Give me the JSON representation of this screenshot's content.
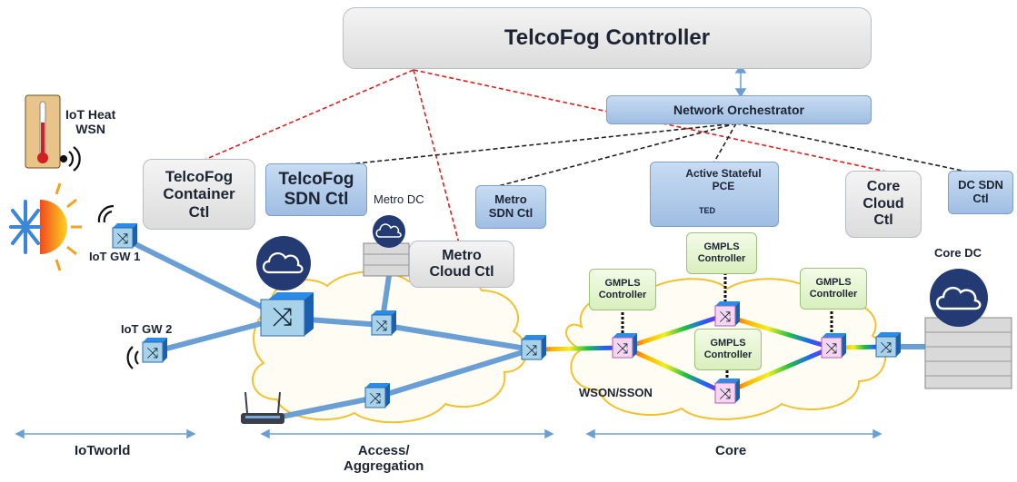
{
  "controllers": {
    "telcofog_controller": "TelcoFog Controller",
    "network_orchestrator": "Network Orchestrator",
    "container_ctl": "TelcoFog\nContainer\nCtl",
    "sdn_ctl": "TelcoFog\nSDN Ctl",
    "metro_cloud_ctl": "Metro\nCloud Ctl",
    "metro_sdn_ctl": "Metro\nSDN Ctl",
    "active_pce": "Active Stateful\nPCE",
    "ted": "TED",
    "core_cloud_ctl": "Core\nCloud\nCtl",
    "dc_sdn_ctl": "DC SDN\nCtl",
    "gmpls_controllers": [
      "GMPLS\nController",
      "GMPLS\nController",
      "GMPLS\nController",
      "GMPLS\nController"
    ]
  },
  "labels": {
    "iot_heat_wsn": "IoT Heat\nWSN",
    "iot_gw1": "IoT GW 1",
    "iot_gw2": "IoT GW 2",
    "metro_dc": "Metro DC",
    "core_dc": "Core DC",
    "wson_sson": "WSON/SSON"
  },
  "regions": {
    "iotworld": "IoTworld",
    "access": "Access/\nAggregation",
    "core": "Core"
  },
  "colors": {
    "link_blue": "#6a9fd6",
    "control_red": "#e02020",
    "control_black": "#222222",
    "cloud_outline": "#f2c12e",
    "dc_cloud": "#243a73"
  }
}
